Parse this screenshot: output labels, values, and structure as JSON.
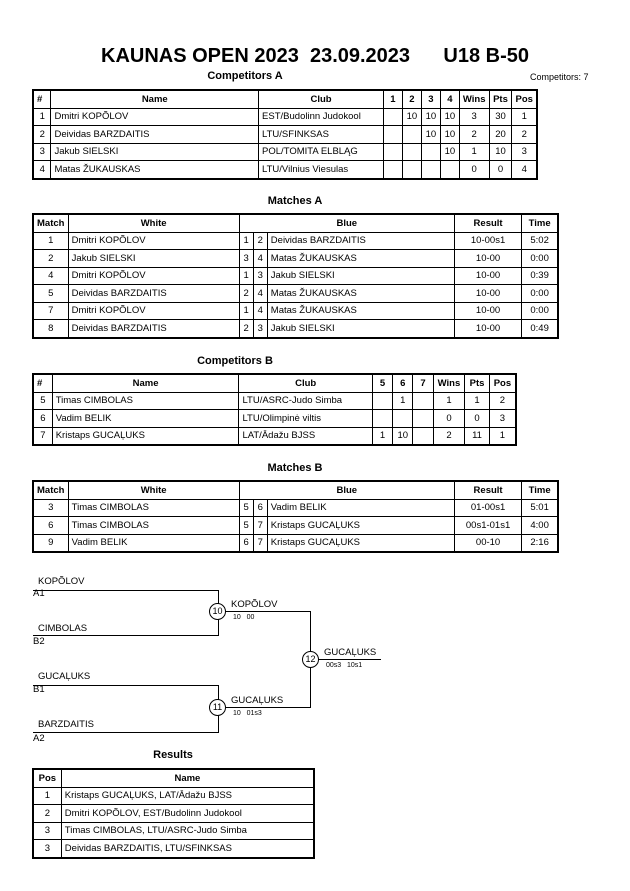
{
  "title": "KAUNAS OPEN 2023  23.09.2023      U18 B-50",
  "competitors_count": "Competitors: 7",
  "competitors_a": {
    "heading": "Competitors A",
    "headers": [
      "#",
      "Name",
      "Club",
      "1",
      "2",
      "3",
      "4",
      "Wins",
      "Pts",
      "Pos"
    ],
    "rows": [
      [
        "1",
        "Dmitri KOPÕLOV",
        "EST/Budolinn Judokool",
        "",
        "10",
        "10",
        "10",
        "3",
        "30",
        "1"
      ],
      [
        "2",
        "Deividas BARZDAITIS",
        "LTU/SFINKSAS",
        "",
        "",
        "10",
        "10",
        "2",
        "20",
        "2"
      ],
      [
        "3",
        "Jakub SIELSKI",
        "POL/TOMITA ELBLĄG",
        "",
        "",
        "",
        "10",
        "1",
        "10",
        "3"
      ],
      [
        "4",
        "Matas ŽUKAUSKAS",
        "LTU/Vilnius Viesulas",
        "",
        "",
        "",
        "",
        "0",
        "0",
        "4"
      ]
    ]
  },
  "matches_a": {
    "heading": "Matches A",
    "headers": [
      "Match",
      "White",
      "Blue",
      "Result",
      "Time"
    ],
    "rows": [
      [
        "1",
        "Dmitri KOPÕLOV",
        "1",
        "2",
        "Deividas BARZDAITIS",
        "10-00s1",
        "5:02"
      ],
      [
        "2",
        "Jakub SIELSKI",
        "3",
        "4",
        "Matas ŽUKAUSKAS",
        "10-00",
        "0:00"
      ],
      [
        "4",
        "Dmitri KOPÕLOV",
        "1",
        "3",
        "Jakub SIELSKI",
        "10-00",
        "0:39"
      ],
      [
        "5",
        "Deividas BARZDAITIS",
        "2",
        "4",
        "Matas ŽUKAUSKAS",
        "10-00",
        "0:00"
      ],
      [
        "7",
        "Dmitri KOPÕLOV",
        "1",
        "4",
        "Matas ŽUKAUSKAS",
        "10-00",
        "0:00"
      ],
      [
        "8",
        "Deividas BARZDAITIS",
        "2",
        "3",
        "Jakub SIELSKI",
        "10-00",
        "0:49"
      ]
    ]
  },
  "competitors_b": {
    "heading": "Competitors B",
    "headers": [
      "#",
      "Name",
      "Club",
      "5",
      "6",
      "7",
      "Wins",
      "Pts",
      "Pos"
    ],
    "rows": [
      [
        "5",
        "Timas CIMBOLAS",
        "LTU/ASRC-Judo Simba",
        "",
        "1",
        "",
        "1",
        "1",
        "2"
      ],
      [
        "6",
        "Vadim BELIK",
        "LTU/Olimpinė viltis",
        "",
        "",
        "",
        "0",
        "0",
        "3"
      ],
      [
        "7",
        "Kristaps GUCAĻUKS",
        "LAT/Ādažu BJSS",
        "1",
        "10",
        "",
        "2",
        "11",
        "1"
      ]
    ]
  },
  "matches_b": {
    "heading": "Matches B",
    "headers": [
      "Match",
      "White",
      "Blue",
      "Result",
      "Time"
    ],
    "rows": [
      [
        "3",
        "Timas CIMBOLAS",
        "5",
        "6",
        "Vadim BELIK",
        "01-00s1",
        "5:01"
      ],
      [
        "6",
        "Timas CIMBOLAS",
        "5",
        "7",
        "Kristaps GUCAĻUKS",
        "00s1-01s1",
        "4:00"
      ],
      [
        "9",
        "Vadim BELIK",
        "6",
        "7",
        "Kristaps GUCAĻUKS",
        "00-10",
        "2:16"
      ]
    ]
  },
  "bracket": {
    "a1_name": "KOPÕLOV",
    "a1_seed": "A1",
    "b2_name": "CIMBOLAS",
    "b2_seed": "B2",
    "b1_name": "GUCAĻUKS",
    "b1_seed": "B1",
    "a2_name": "BARZDAITIS",
    "a2_seed": "A2",
    "m10_num": "10",
    "m10_winner": "KOPÕLOV",
    "m10_score": "10   00",
    "m11_num": "11",
    "m11_winner": "GUCAĻUKS",
    "m11_score": "10   01s3",
    "m12_num": "12",
    "m12_winner": "GUCAĻUKS",
    "m12_score": "00s3   10s1"
  },
  "results": {
    "heading": "Results",
    "headers": [
      "Pos",
      "Name"
    ],
    "rows": [
      [
        "1",
        "Kristaps GUCAĻUKS, LAT/Ādažu BJSS"
      ],
      [
        "2",
        "Dmitri KOPÕLOV, EST/Budolinn Judokool"
      ],
      [
        "3",
        "Timas CIMBOLAS, LTU/ASRC-Judo Simba"
      ],
      [
        "3",
        "Deividas BARZDAITIS, LTU/SFINKSAS"
      ]
    ]
  }
}
